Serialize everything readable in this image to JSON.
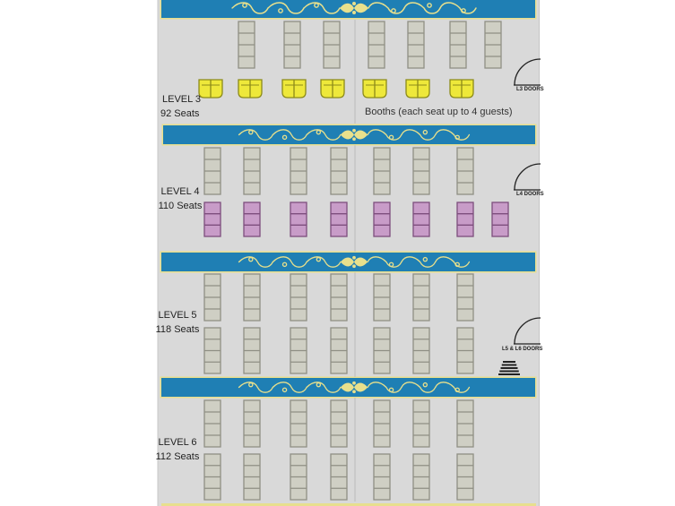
{
  "colors": {
    "floor": "#d9d9d9",
    "floor_edge": "#c8c8c8",
    "banner": "#1f7fb4",
    "banner_trim": "#e7df8e",
    "ornament": "#e8e08c",
    "seat_gray_fill": "#cfcfc4",
    "seat_gray_stroke": "#8f8f84",
    "seat_purple_fill": "#c89cc8",
    "seat_purple_stroke": "#7d4e7d",
    "booth_fill": "#eee83a",
    "booth_stroke": "#8c8a1a",
    "aisle": "#bcbcbc"
  },
  "icons": {
    "door": "door-arc-icon",
    "stairs": "stairs-icon",
    "ornament": "scroll-ornament-icon"
  },
  "levels": [
    {
      "id": "level-3",
      "name": "LEVEL 3",
      "seats": "92 Seats",
      "door_label": "L3 DOORS",
      "note": "Booths (each seat up to 4 guests)",
      "rows": [
        {
          "kind": "gray",
          "segments": 4,
          "columns": 7,
          "skip": [
            0
          ]
        },
        {
          "kind": "booth",
          "columns": 7
        }
      ]
    },
    {
      "id": "level-4",
      "name": "LEVEL 4",
      "seats": "110 Seats",
      "door_label": "L4 DOORS",
      "rows": [
        {
          "kind": "gray",
          "segments": 4,
          "columns": 7
        },
        {
          "kind": "purple",
          "segments": 3,
          "columns": 8
        }
      ]
    },
    {
      "id": "level-5",
      "name": "LEVEL 5",
      "seats": "118 Seats",
      "door_label": "L5 & L6 DOORS",
      "rows": [
        {
          "kind": "gray",
          "segments": 4,
          "columns": 7
        },
        {
          "kind": "gray",
          "segments": 4,
          "columns": 7
        }
      ]
    },
    {
      "id": "level-6",
      "name": "LEVEL 6",
      "seats": "112 Seats",
      "rows": [
        {
          "kind": "gray",
          "segments": 4,
          "columns": 7
        },
        {
          "kind": "gray",
          "segments": 4,
          "columns": 7
        }
      ]
    }
  ]
}
